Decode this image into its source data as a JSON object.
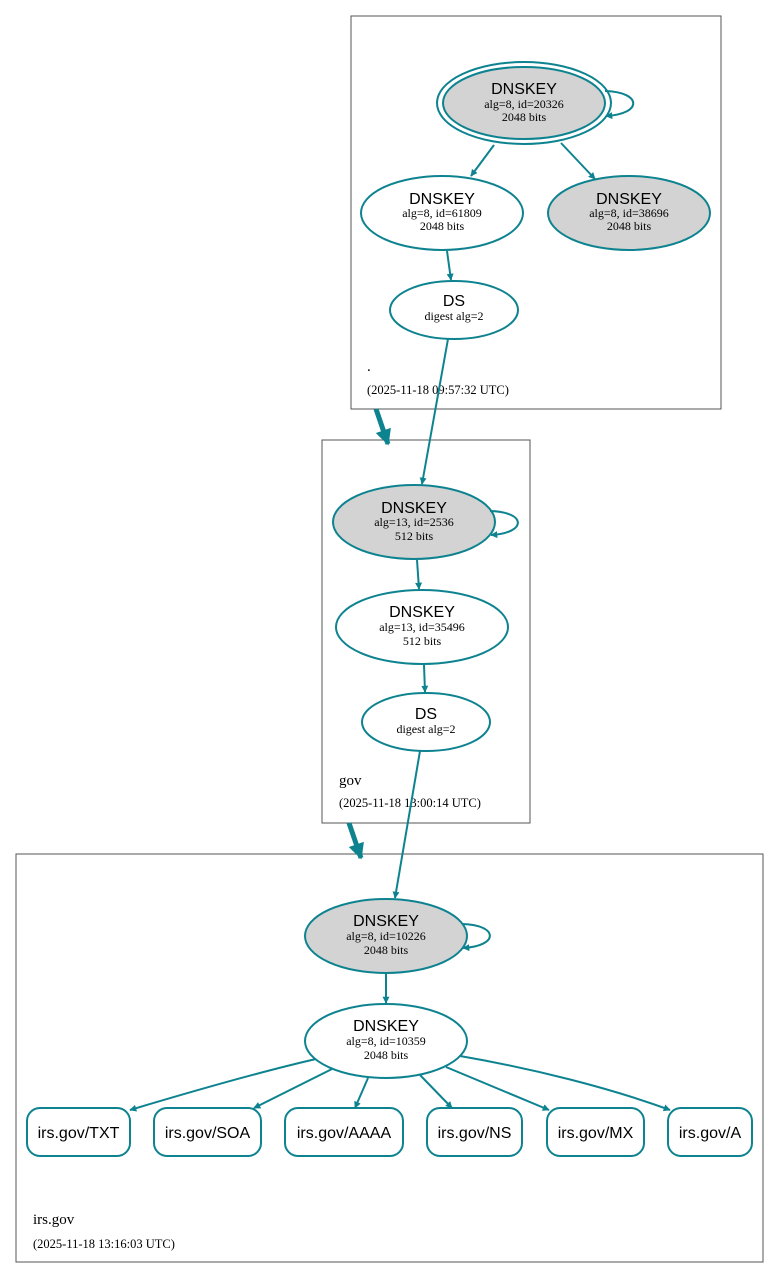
{
  "zones": {
    "root": {
      "name": ".",
      "timestamp": "(2025-11-18 09:57:32 UTC)",
      "ksk": {
        "title": "DNSKEY",
        "alg_id": "alg=8, id=20326",
        "bits": "2048 bits"
      },
      "zsk": {
        "title": "DNSKEY",
        "alg_id": "alg=8, id=61809",
        "bits": "2048 bits"
      },
      "ksk2": {
        "title": "DNSKEY",
        "alg_id": "alg=8, id=38696",
        "bits": "2048 bits"
      },
      "ds": {
        "title": "DS",
        "digest": "digest alg=2"
      }
    },
    "gov": {
      "name": "gov",
      "timestamp": "(2025-11-18 13:00:14 UTC)",
      "ksk": {
        "title": "DNSKEY",
        "alg_id": "alg=13, id=2536",
        "bits": "512 bits"
      },
      "zsk": {
        "title": "DNSKEY",
        "alg_id": "alg=13, id=35496",
        "bits": "512 bits"
      },
      "ds": {
        "title": "DS",
        "digest": "digest alg=2"
      }
    },
    "irs": {
      "name": "irs.gov",
      "timestamp": "(2025-11-18 13:16:03 UTC)",
      "ksk": {
        "title": "DNSKEY",
        "alg_id": "alg=8, id=10226",
        "bits": "2048 bits"
      },
      "zsk": {
        "title": "DNSKEY",
        "alg_id": "alg=8, id=10359",
        "bits": "2048 bits"
      },
      "rrsets": [
        "irs.gov/TXT",
        "irs.gov/SOA",
        "irs.gov/AAAA",
        "irs.gov/NS",
        "irs.gov/MX",
        "irs.gov/A"
      ]
    }
  },
  "colors": {
    "edge": "#0e8390",
    "ksk_fill": "#d3d3d3",
    "node_fill": "#ffffff",
    "zone_border": "#555555"
  }
}
